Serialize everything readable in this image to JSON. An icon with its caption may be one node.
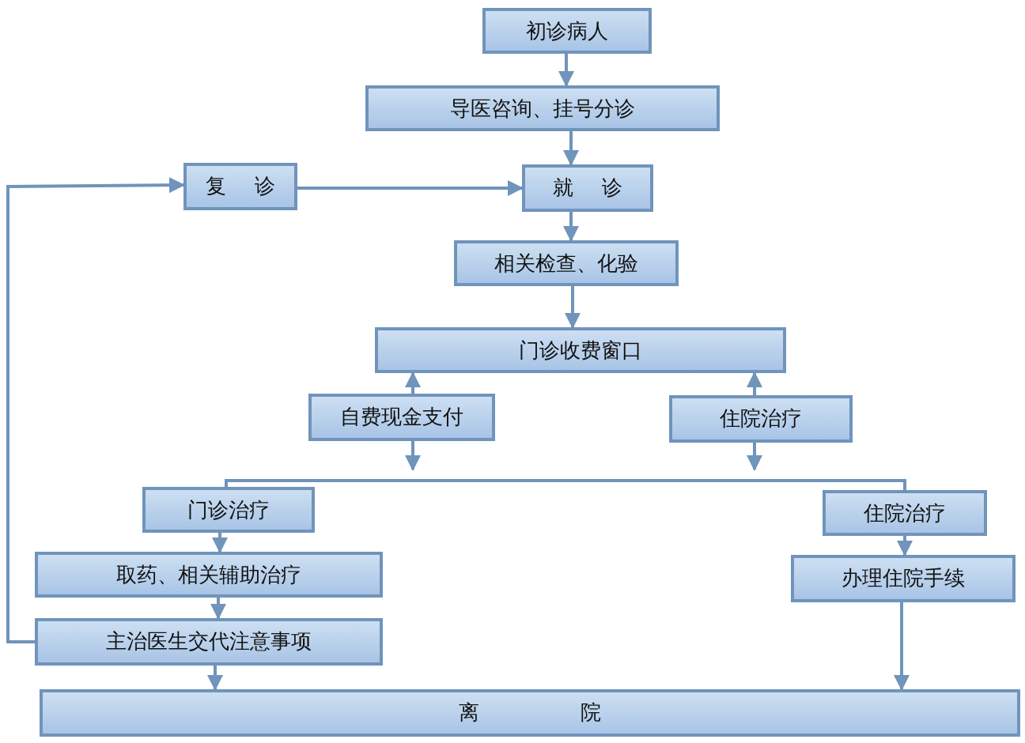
{
  "diagram": {
    "nodes": [
      {
        "text": [
          "初诊病人"
        ]
      },
      {
        "text": [
          "导医咨询、挂号分诊"
        ]
      },
      {
        "text": [
          "复 诊"
        ]
      },
      {
        "text": [
          "就 诊"
        ]
      },
      {
        "text": [
          "相关检查、化验"
        ]
      },
      {
        "text": [
          "门诊收费窗口"
        ]
      },
      {
        "text": [
          "自费现金支付"
        ]
      },
      {
        "text": [
          "住院治疗"
        ]
      },
      {
        "text": [
          "门诊治疗"
        ]
      },
      {
        "text": [
          "住院治疗"
        ]
      },
      {
        "text": [
          "取药、相关辅助治疗"
        ]
      },
      {
        "text": [
          "办理住院手续"
        ]
      },
      {
        "text": [
          "主治医生交代注意事项"
        ]
      },
      {
        "text": [
          "离 院"
        ]
      }
    ],
    "edges": [
      {
        "from": 0,
        "to": 1,
        "arrow": "to"
      },
      {
        "from": 1,
        "to": 3,
        "arrow": "to"
      },
      {
        "from": 2,
        "to": 3,
        "arrow": "to"
      },
      {
        "from": 3,
        "to": 4,
        "arrow": "to"
      },
      {
        "from": 4,
        "to": 5,
        "arrow": "to"
      },
      {
        "from": 6,
        "to": 5,
        "arrow": "to"
      },
      {
        "from": 7,
        "to": 5,
        "arrow": "to"
      },
      {
        "from": 6,
        "to": null,
        "arrow": "to"
      },
      {
        "from": 7,
        "to": null,
        "arrow": "to"
      },
      {
        "from": 8,
        "to": 9,
        "arrow": "none"
      },
      {
        "from": 8,
        "to": 10,
        "arrow": "to"
      },
      {
        "from": 10,
        "to": 12,
        "arrow": "to"
      },
      {
        "from": 12,
        "to": 2,
        "arrow": "to"
      },
      {
        "from": 12,
        "to": 13,
        "arrow": "to"
      },
      {
        "from": 9,
        "to": 11,
        "arrow": "to"
      },
      {
        "from": 11,
        "to": 13,
        "arrow": "to"
      }
    ]
  }
}
